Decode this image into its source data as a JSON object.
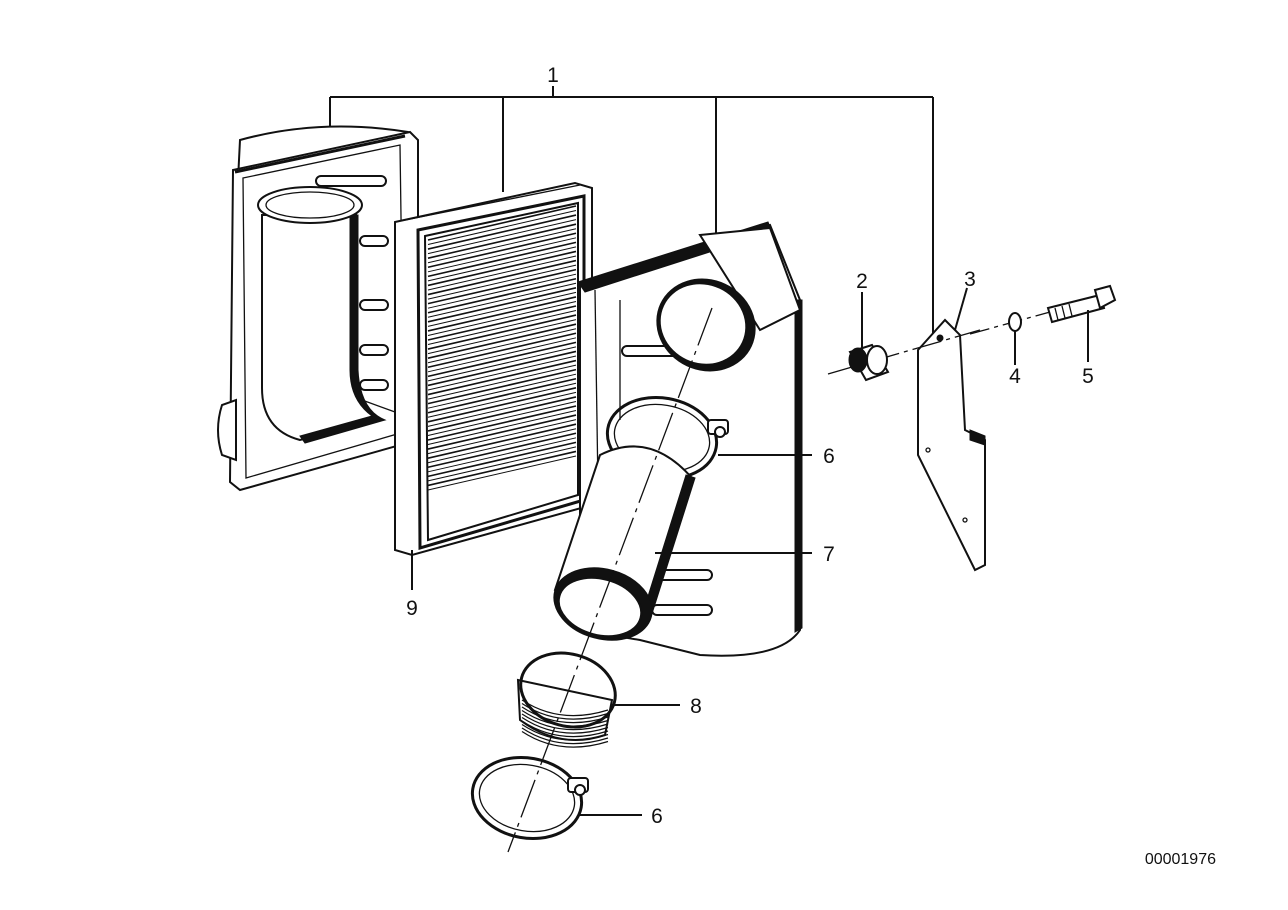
{
  "labels": {
    "part_1": "1",
    "part_2": "2",
    "part_3": "3",
    "part_4": "4",
    "part_5": "5",
    "part_6_upper": "6",
    "part_6_lower": "6",
    "part_7": "7",
    "part_8": "8",
    "part_9": "9"
  },
  "document_number": "00001976"
}
